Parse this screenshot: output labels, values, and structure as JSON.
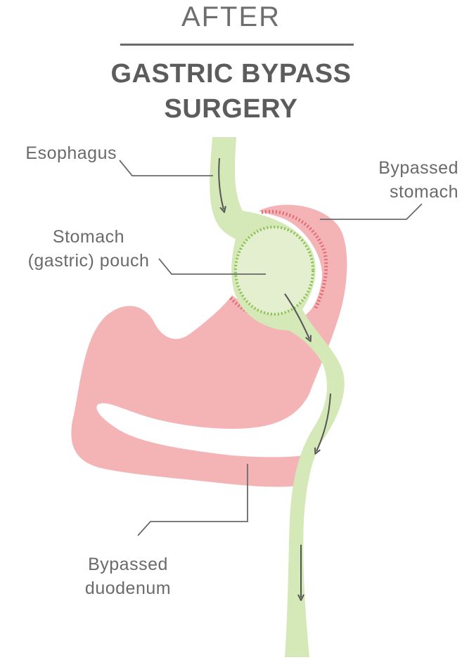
{
  "header": {
    "overline": "AFTER",
    "title_line1": "GASTRIC BYPASS",
    "title_line2": "SURGERY"
  },
  "labels": {
    "esophagus": "Esophagus",
    "bypassed_stomach_1": "Bypassed",
    "bypassed_stomach_2": "stomach",
    "pouch_1": "Stomach",
    "pouch_2": "(gastric) pouch",
    "duodenum_1": "Bypassed",
    "duodenum_2": "duodenum"
  },
  "colors": {
    "pink_tissue": "#f4b4b5",
    "green_tract": "#d5e8b7",
    "green_outline": "#a8cf78",
    "staple_red": "#e26b76",
    "staple_green": "#8cc152",
    "text_gray": "#6a6a6a",
    "arrow_gray": "#555555"
  }
}
